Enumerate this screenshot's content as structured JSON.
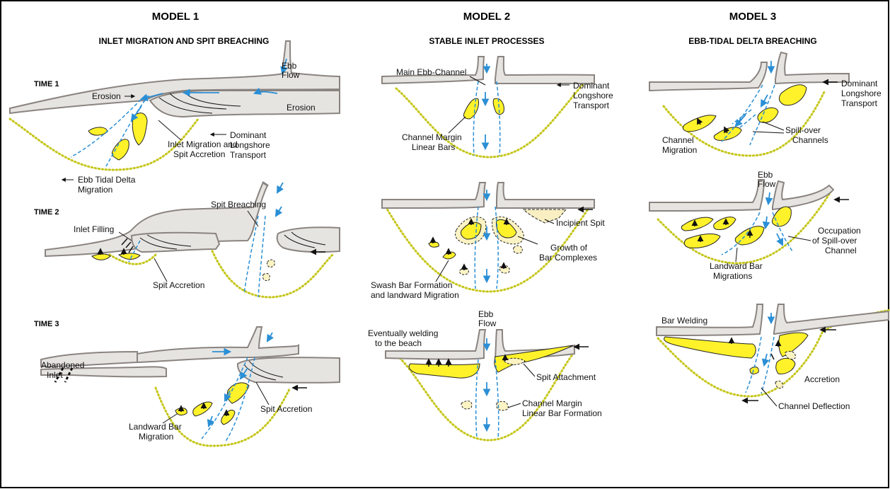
{
  "models": [
    {
      "title": "MODEL 1",
      "subtitle": "INLET MIGRATION AND SPIT BREACHING"
    },
    {
      "title": "MODEL 2",
      "subtitle": "STABLE INLET PROCESSES"
    },
    {
      "title": "MODEL 3",
      "subtitle": "EBB-TIDAL DELTA BREACHING"
    }
  ],
  "times": [
    "TIME 1",
    "TIME 2",
    "TIME 3"
  ],
  "labels": {
    "m1t1": {
      "ebb": [
        "Ebb",
        "Flow"
      ],
      "erosion_left": "Erosion",
      "erosion_right": "Erosion",
      "dominant": [
        "Dominant",
        "Longshore",
        "Transport"
      ],
      "inlet_migration": [
        "Inlet Migration and",
        "Spit Accretion"
      ],
      "ebb_tidal": [
        "Ebb Tidal Delta",
        "Migration"
      ]
    },
    "m1t2": {
      "spit_breaching": "Spit Breaching",
      "inlet_filling": "Inlet Filling",
      "spit_accretion": "Spit Accretion"
    },
    "m1t3": {
      "abandoned": [
        "Abandoned",
        "Inlet"
      ],
      "landward": [
        "Landward Bar",
        "Migration"
      ],
      "spit_accretion": "Spit Accretion"
    },
    "m2t1": {
      "main_channel": "Main Ebb-Channel",
      "dominant": [
        "Dominant",
        "Longshore",
        "Transport"
      ],
      "channel_margin": [
        "Channel Margin",
        "Linear Bars"
      ]
    },
    "m2t2": {
      "incipient": "Incipient Spit",
      "growth": [
        "Growth of",
        "Bar Complexes"
      ],
      "swash": [
        "Swash Bar Formation",
        "and landward Migration"
      ]
    },
    "m2t3": {
      "ebb": [
        "Ebb",
        "Flow"
      ],
      "eventually": [
        "Eventually welding",
        "to the beach"
      ],
      "spit_attach": "Spit Attachment",
      "channel_margin": [
        "Channel Margin",
        "Linear Bar Formation"
      ]
    },
    "m3t1": {
      "dominant": [
        "Dominant",
        "Longshore",
        "Transport"
      ],
      "spill": [
        "Spill-over",
        "Channels"
      ],
      "migration": [
        "Channel",
        "Migration"
      ]
    },
    "m3t2": {
      "ebb": [
        "Ebb",
        "Flow"
      ],
      "occupation": [
        "Occupation",
        "of Spill-over",
        "Channel"
      ],
      "landward": [
        "Landward Bar",
        "Migrations"
      ]
    },
    "m3t3": {
      "welding": "Bar Welding",
      "accretion": "Accretion",
      "deflection": "Channel Deflection"
    }
  },
  "colors": {
    "shoreline": "#8a8480",
    "bar": "#fff22a",
    "delta_margin": "#c5c61b",
    "flow": "#2a8fd6"
  }
}
